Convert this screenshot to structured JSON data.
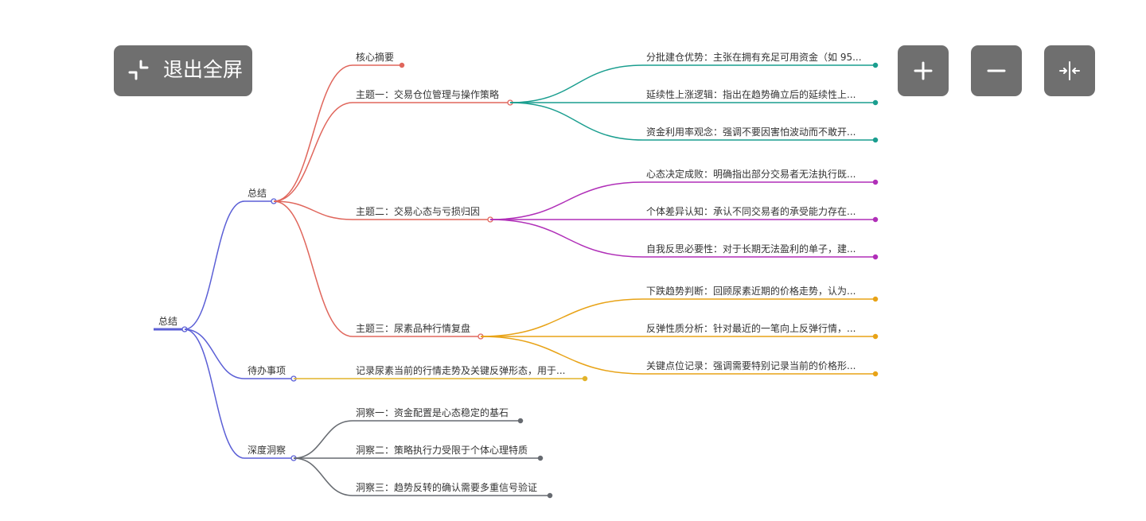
{
  "mindmap": {
    "root": {
      "label": "总结",
      "color": "#5b5fd6",
      "children": [
        {
          "label": "总结",
          "color": "#5b5fd6",
          "children": [
            {
              "label": "核心摘要",
              "color": "#e0665c",
              "children": []
            },
            {
              "label": "主题一：交易仓位管理与操作策略",
              "color": "#e0665c",
              "children": [
                {
                  "label": "分批建仓优势：主张在拥有充足可用资金（如 95...",
                  "color": "#1a9e8f"
                },
                {
                  "label": "延续性上涨逻辑：指出在趋势确立后的延续性上...",
                  "color": "#1a9e8f"
                },
                {
                  "label": "资金利用率观念：强调不要因害怕波动而不敢开...",
                  "color": "#1a9e8f"
                }
              ]
            },
            {
              "label": "主题二：交易心态与亏损归因",
              "color": "#e0665c",
              "children": [
                {
                  "label": "心态决定成败：明确指出部分交易者无法执行既...",
                  "color": "#b02fb8"
                },
                {
                  "label": "个体差异认知：承认不同交易者的承受能力存在...",
                  "color": "#b02fb8"
                },
                {
                  "label": "自我反思必要性：对于长期无法盈利的单子，建...",
                  "color": "#b02fb8"
                }
              ]
            },
            {
              "label": "主题三：尿素品种行情复盘",
              "color": "#e0665c",
              "children": [
                {
                  "label": "下跌趋势判断：回顾尿素近期的价格走势，认为...",
                  "color": "#e8a317"
                },
                {
                  "label": "反弹性质分析：针对最近的一笔向上反弹行情，...",
                  "color": "#e8a317"
                },
                {
                  "label": "关键点位记录：强调需要特别记录当前的价格形...",
                  "color": "#e8a317"
                }
              ]
            }
          ]
        },
        {
          "label": "待办事项",
          "color": "#5b5fd6",
          "children": [
            {
              "label": "记录尿素当前的行情走势及关键反弹形态，用于...",
              "color": "#e2b32a",
              "children": []
            }
          ]
        },
        {
          "label": "深度洞察",
          "color": "#5b5fd6",
          "children": [
            {
              "label": "洞察一：资金配置是心态稳定的基石",
              "color": "#666a70",
              "children": []
            },
            {
              "label": "洞察二：策略执行力受限于个体心理特质",
              "color": "#666a70",
              "children": []
            },
            {
              "label": "洞察三：趋势反转的确认需要多重信号验证",
              "color": "#666a70",
              "children": []
            }
          ]
        }
      ]
    }
  },
  "controls": {
    "exit_fullscreen_label": "退出全屏",
    "exit_icon": "exit-fullscreen-icon",
    "zoom_in_icon": "plus-icon",
    "zoom_out_icon": "minus-icon",
    "fit_icon": "fit-view-icon",
    "button_color": "#6f6f6f"
  }
}
